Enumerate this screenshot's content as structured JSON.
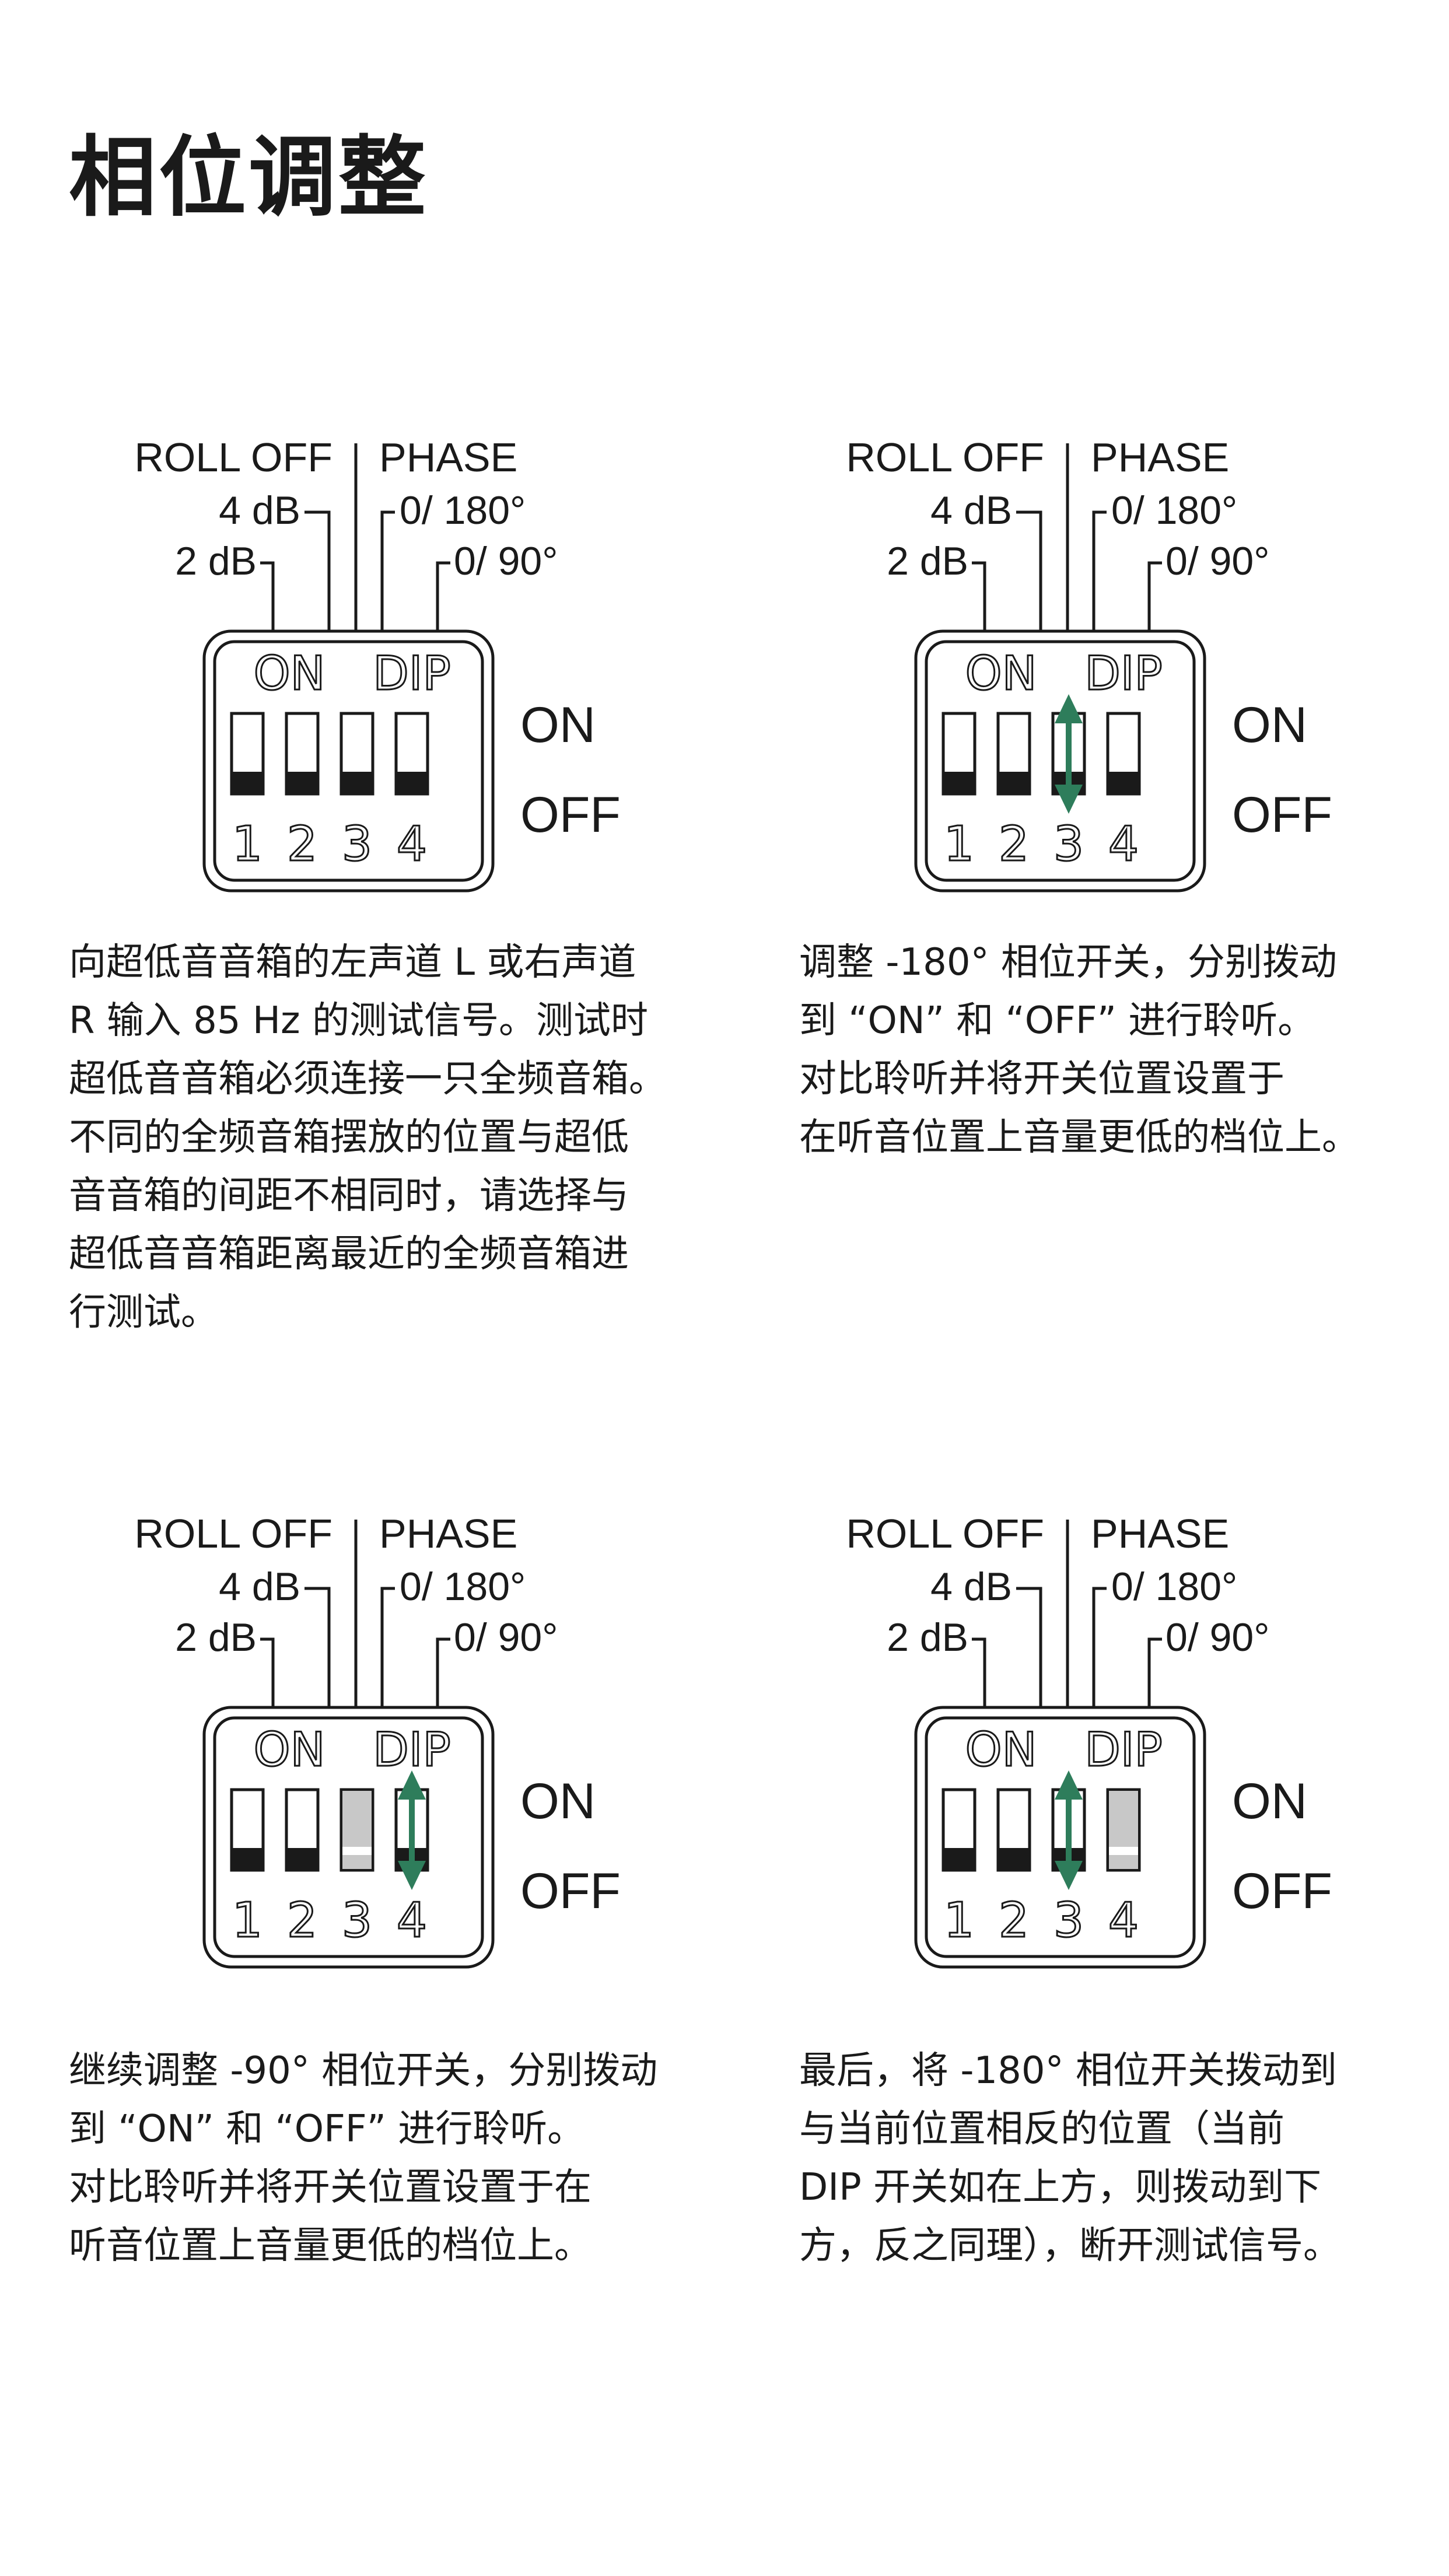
{
  "page": {
    "title": "相位调整"
  },
  "labels": {
    "roll_off": "ROLL OFF",
    "phase": "PHASE",
    "db4": "4 dB",
    "db2": "2 dB",
    "p180": "0/ 180°",
    "p90": "0/ 90°",
    "on_text": "ON",
    "dip_text": "DIP",
    "on": "ON",
    "off": "OFF",
    "nums": [
      "1",
      "2",
      "3",
      "4"
    ]
  },
  "panels": [
    {
      "switches": [
        "off",
        "off",
        "off",
        "off"
      ],
      "arrow_on": null,
      "desc": [
        "向超低音音箱的左声道 L 或右声道",
        " R 输入 85 Hz 的测试信号。测试时",
        "超低音音箱必须连接一只全频音箱。",
        "不同的全频音箱摆放的位置与超低",
        "音音箱的间距不相同时，请选择与",
        "超低音音箱距离最近的全频音箱进",
        "行测试。"
      ]
    },
    {
      "switches": [
        "off",
        "off",
        "arrow",
        "off"
      ],
      "arrow_on": 3,
      "desc": [
        "调整 -180° 相位开关，分别拨动",
        "到 “ON” 和 “OFF” 进行聆听。",
        "对比聆听并将开关位置设置于",
        "在听音位置上音量更低的档位上。"
      ]
    },
    {
      "switches": [
        "off",
        "off",
        "grey",
        "arrow"
      ],
      "arrow_on": 4,
      "desc": [
        "继续调整 -90° 相位开关，分别拨动",
        "到 “ON” 和 “OFF” 进行聆听。",
        "对比聆听并将开关位置设置于在",
        "听音位置上音量更低的档位上。"
      ]
    },
    {
      "switches": [
        "off",
        "off",
        "arrow",
        "grey"
      ],
      "arrow_on": 3,
      "desc": [
        "最后，将 -180° 相位开关拨动到",
        "与当前位置相反的位置（当前",
        "DIP 开关如在上方，则拨动到下",
        "方，反之同理），断开测试信号。"
      ]
    }
  ],
  "colors": {
    "ink": "#1a1a1a",
    "arrow": "#2e7d5b",
    "grey": "#c8c8c8"
  }
}
